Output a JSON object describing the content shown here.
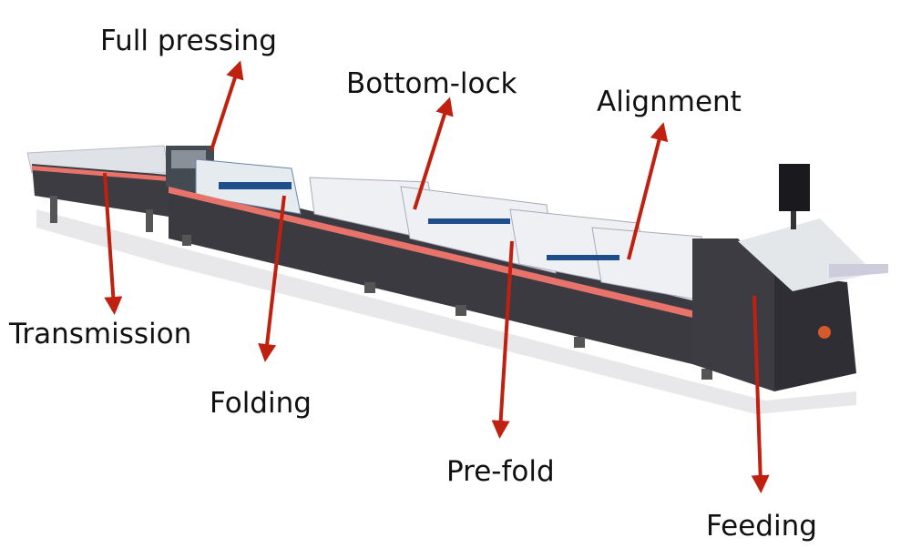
{
  "labels": {
    "full_pressing": "Full pressing",
    "bottom_lock": "Bottom-lock",
    "alignment": "Alignment",
    "transmission": "Transmission",
    "folding": "Folding",
    "pre_fold": "Pre-fold",
    "feeding": "Feeding"
  },
  "colors": {
    "arrow": "#c0200f",
    "machine_body": "#3a3a40",
    "stripe": "#e8736a",
    "guards": "#eef0f3"
  }
}
